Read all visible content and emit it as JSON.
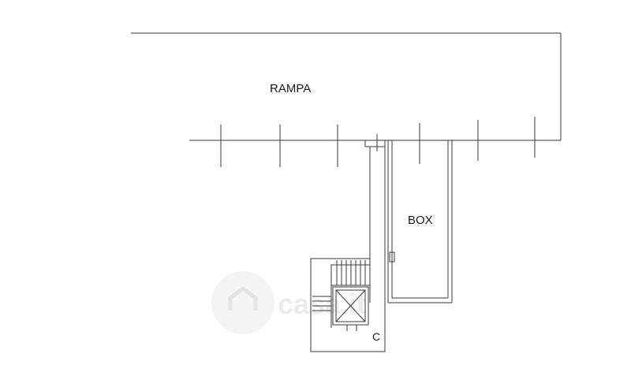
{
  "labels": {
    "ramp": "RAMPA",
    "garage": "BOX",
    "stair_core": "C"
  },
  "watermark": {
    "text": "casa.it"
  },
  "colors": {
    "line": "#3a3a3a",
    "watermark": "#e9e9e9",
    "background": "#ffffff"
  }
}
